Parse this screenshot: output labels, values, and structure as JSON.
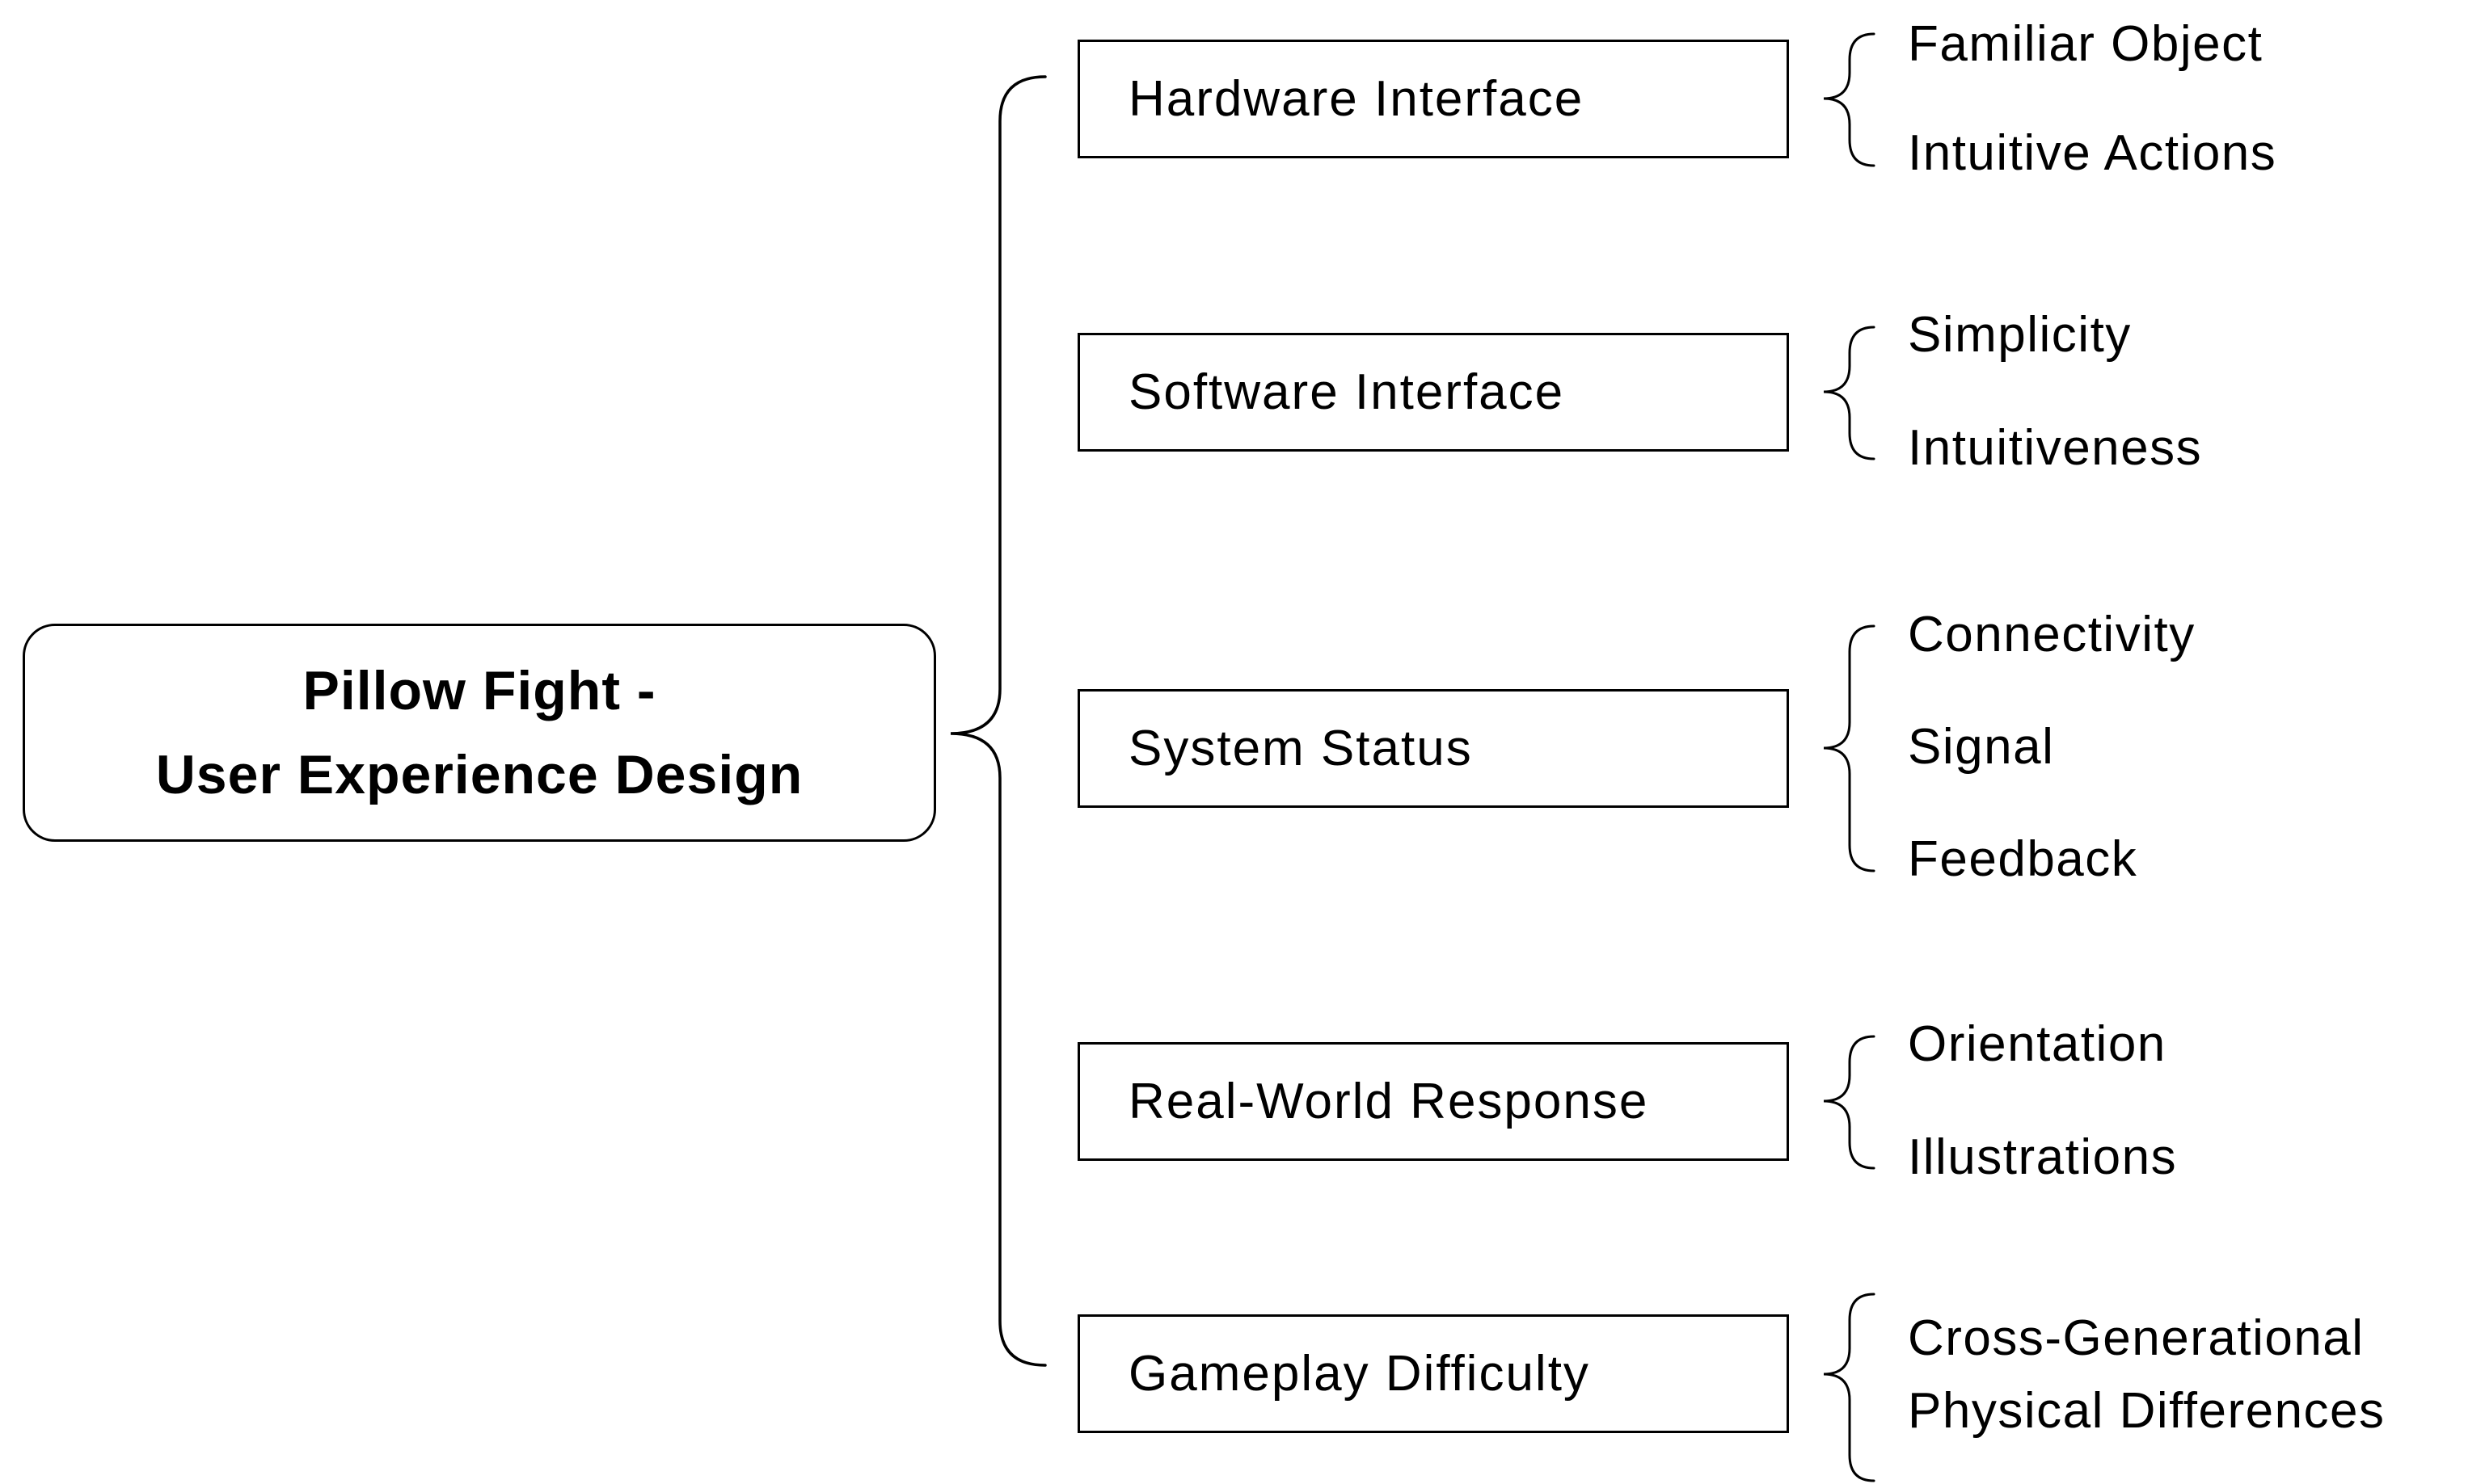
{
  "diagram": {
    "root": {
      "title": "Pillow Fight -\nUser Experience Design"
    },
    "branches": [
      {
        "label": "Hardware Interface",
        "children": [
          "Familiar Object",
          "Intuitive Actions"
        ]
      },
      {
        "label": "Software Interface",
        "children": [
          "Simplicity",
          "Intuitiveness"
        ]
      },
      {
        "label": "System Status",
        "children": [
          "Connectivity",
          "Signal",
          "Feedback"
        ]
      },
      {
        "label": "Real-World Response",
        "children": [
          "Orientation",
          "Illustrations"
        ]
      },
      {
        "label": "Gameplay Difficulty",
        "children": [
          "Cross-Generational\nPhysical Differences"
        ]
      }
    ],
    "colors": {
      "stroke": "#000000",
      "text": "#000000",
      "background": "#ffffff"
    }
  }
}
